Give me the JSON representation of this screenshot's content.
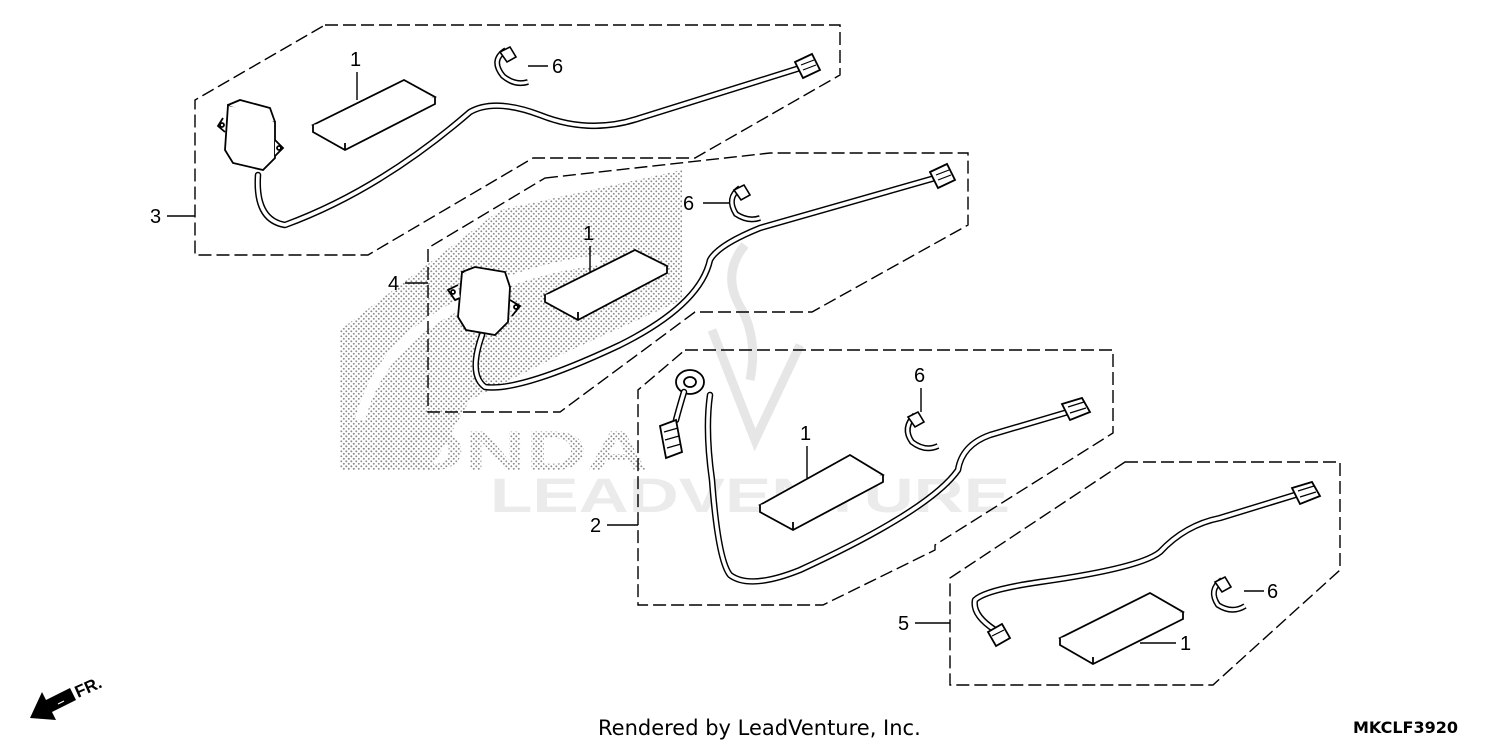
{
  "diagram": {
    "watermark": {
      "brand": "HONDA",
      "wordmark": "LEADVENTURE"
    },
    "callouts": {
      "kit_3": {
        "label": "3"
      },
      "kit_3_pad": {
        "label": "1"
      },
      "kit_3_clip": {
        "label": "6"
      },
      "kit_4": {
        "label": "4"
      },
      "kit_4_pad": {
        "label": "1"
      },
      "kit_4_clip": {
        "label": "6"
      },
      "kit_2": {
        "label": "2"
      },
      "kit_2_pad": {
        "label": "1"
      },
      "kit_2_clip": {
        "label": "6"
      },
      "kit_5": {
        "label": "5"
      },
      "kit_5_pad": {
        "label": "1"
      },
      "kit_5_clip": {
        "label": "6"
      }
    },
    "direction": {
      "label": "FR."
    },
    "footer": {
      "credit": "Rendered by LeadVenture, Inc.",
      "diagram_code": "MKCLF3920"
    }
  }
}
